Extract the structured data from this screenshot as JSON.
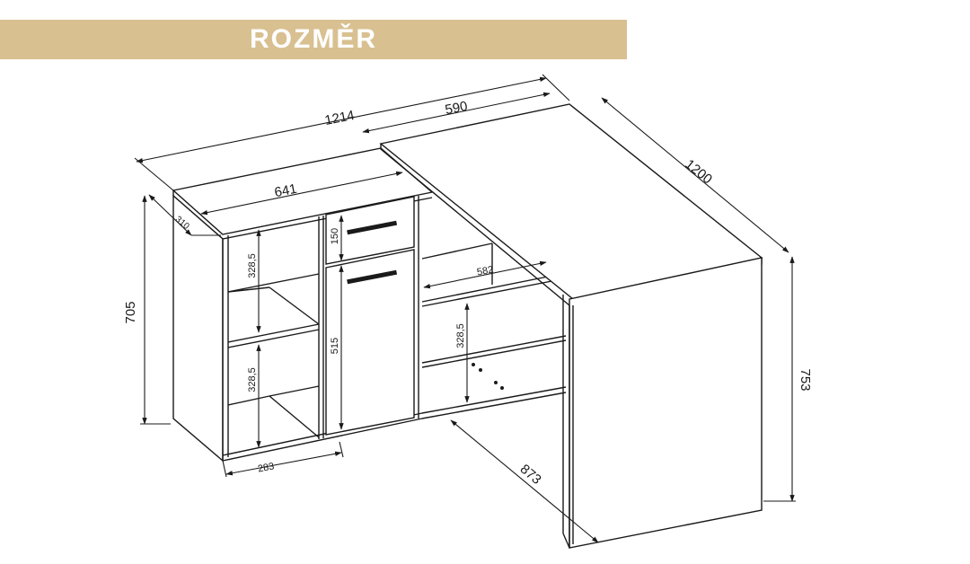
{
  "header": {
    "title": "ROZMĚR"
  },
  "dimensions": {
    "total_width": "1214",
    "desk_top_width": "590",
    "desk_length": "1200",
    "cabinet_width": "641",
    "cabinet_depth": "310",
    "cabinet_height": "705",
    "desk_height": "753",
    "shelf_height_top": "328,5",
    "shelf_height_bottom": "328,5",
    "drawer_height": "150",
    "door_height": "515",
    "back_shelf_depth": "582",
    "back_shelf_height": "328,5",
    "shelf_width": "283",
    "desk_span": "873"
  }
}
